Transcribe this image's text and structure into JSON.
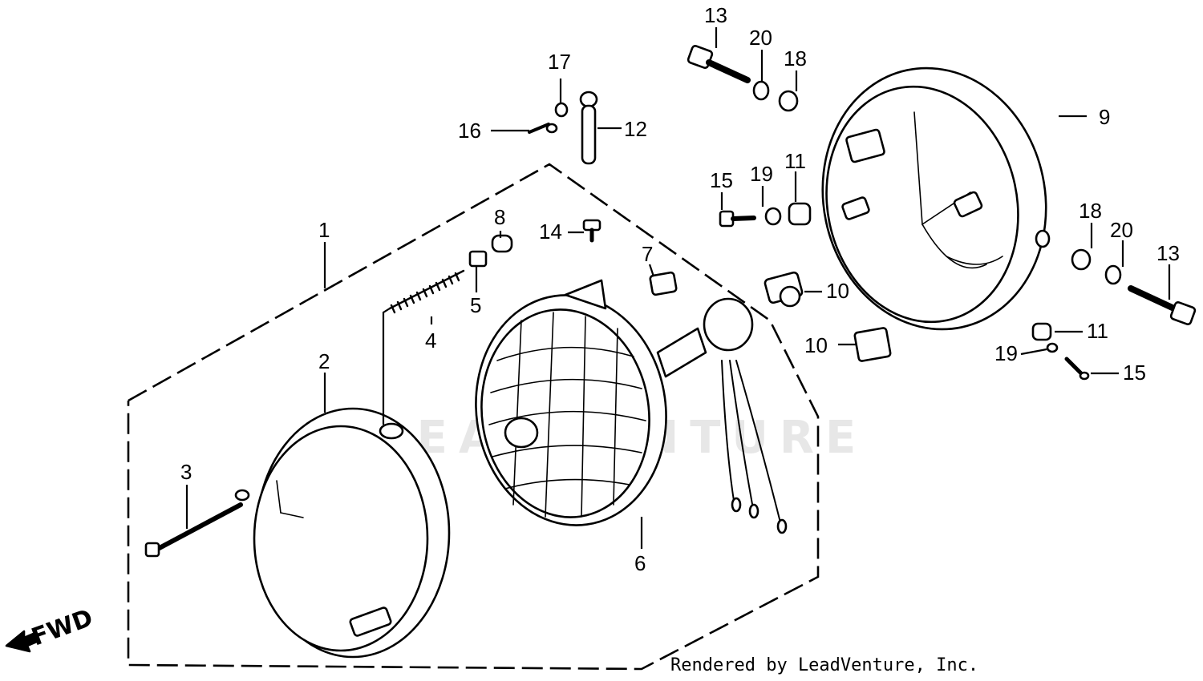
{
  "diagram": {
    "callouts": [
      {
        "id": "1",
        "label": "1"
      },
      {
        "id": "2",
        "label": "2"
      },
      {
        "id": "3",
        "label": "3"
      },
      {
        "id": "4",
        "label": "4"
      },
      {
        "id": "5",
        "label": "5"
      },
      {
        "id": "6",
        "label": "6"
      },
      {
        "id": "7",
        "label": "7"
      },
      {
        "id": "8",
        "label": "8"
      },
      {
        "id": "9",
        "label": "9"
      },
      {
        "id": "10a",
        "label": "10"
      },
      {
        "id": "10b",
        "label": "10"
      },
      {
        "id": "11a",
        "label": "11"
      },
      {
        "id": "11b",
        "label": "11"
      },
      {
        "id": "12",
        "label": "12"
      },
      {
        "id": "13a",
        "label": "13"
      },
      {
        "id": "13b",
        "label": "13"
      },
      {
        "id": "14",
        "label": "14"
      },
      {
        "id": "15a",
        "label": "15"
      },
      {
        "id": "15b",
        "label": "15"
      },
      {
        "id": "16",
        "label": "16"
      },
      {
        "id": "17",
        "label": "17"
      },
      {
        "id": "18a",
        "label": "18"
      },
      {
        "id": "18b",
        "label": "18"
      },
      {
        "id": "19a",
        "label": "19"
      },
      {
        "id": "19b",
        "label": "19"
      },
      {
        "id": "20a",
        "label": "20"
      },
      {
        "id": "20b",
        "label": "20"
      }
    ],
    "direction_label": "FWD",
    "watermark": "LEADVENTURE",
    "credit": "Rendered by LeadVenture, Inc."
  }
}
